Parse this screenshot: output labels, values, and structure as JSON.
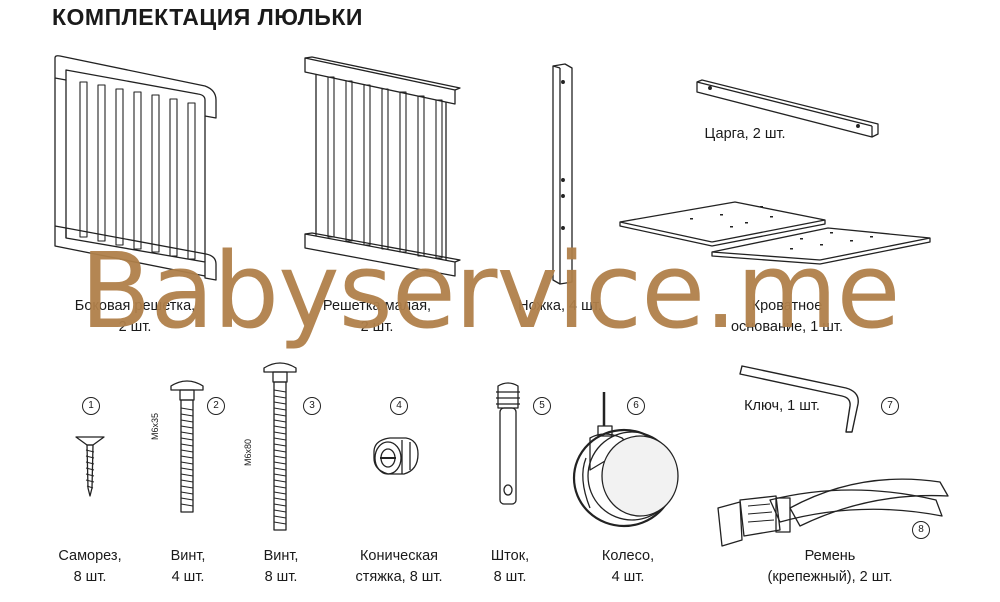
{
  "title": "КОМПЛЕКТАЦИЯ ЛЮЛЬКИ",
  "watermark": "Babyservice.me",
  "parts": {
    "side_rail": {
      "line1": "Боковая решетка,",
      "line2": "2 шт."
    },
    "small_rail": {
      "line1": "Решетка малая,",
      "line2": "2 шт."
    },
    "leg": {
      "line1": "Ножка, 4 шт."
    },
    "apron": {
      "line1": "Царга, 2 шт."
    },
    "bed_base": {
      "line1": "Кроватное",
      "line2": "основание, 1 шт."
    },
    "screw": {
      "num": "1",
      "line1": "Саморез,",
      "line2": "8 шт."
    },
    "bolt35": {
      "num": "2",
      "mark": "М6х35",
      "line1": "Винт,",
      "line2": "4 шт."
    },
    "bolt80": {
      "num": "3",
      "mark": "М6х80",
      "line1": "Винт,",
      "line2": "8 шт."
    },
    "cone_nut": {
      "num": "4",
      "line1": "Коническая",
      "line2": "стяжка, 8 шт."
    },
    "rod": {
      "num": "5",
      "line1": "Шток,",
      "line2": "8 шт."
    },
    "wheel": {
      "num": "6",
      "line1": "Колесо,",
      "line2": "4 шт."
    },
    "key": {
      "num": "7",
      "line1": "Ключ, 1 шт."
    },
    "strap": {
      "num": "8",
      "line1": "Ремень",
      "line2": "(крепежный), 2 шт."
    }
  }
}
